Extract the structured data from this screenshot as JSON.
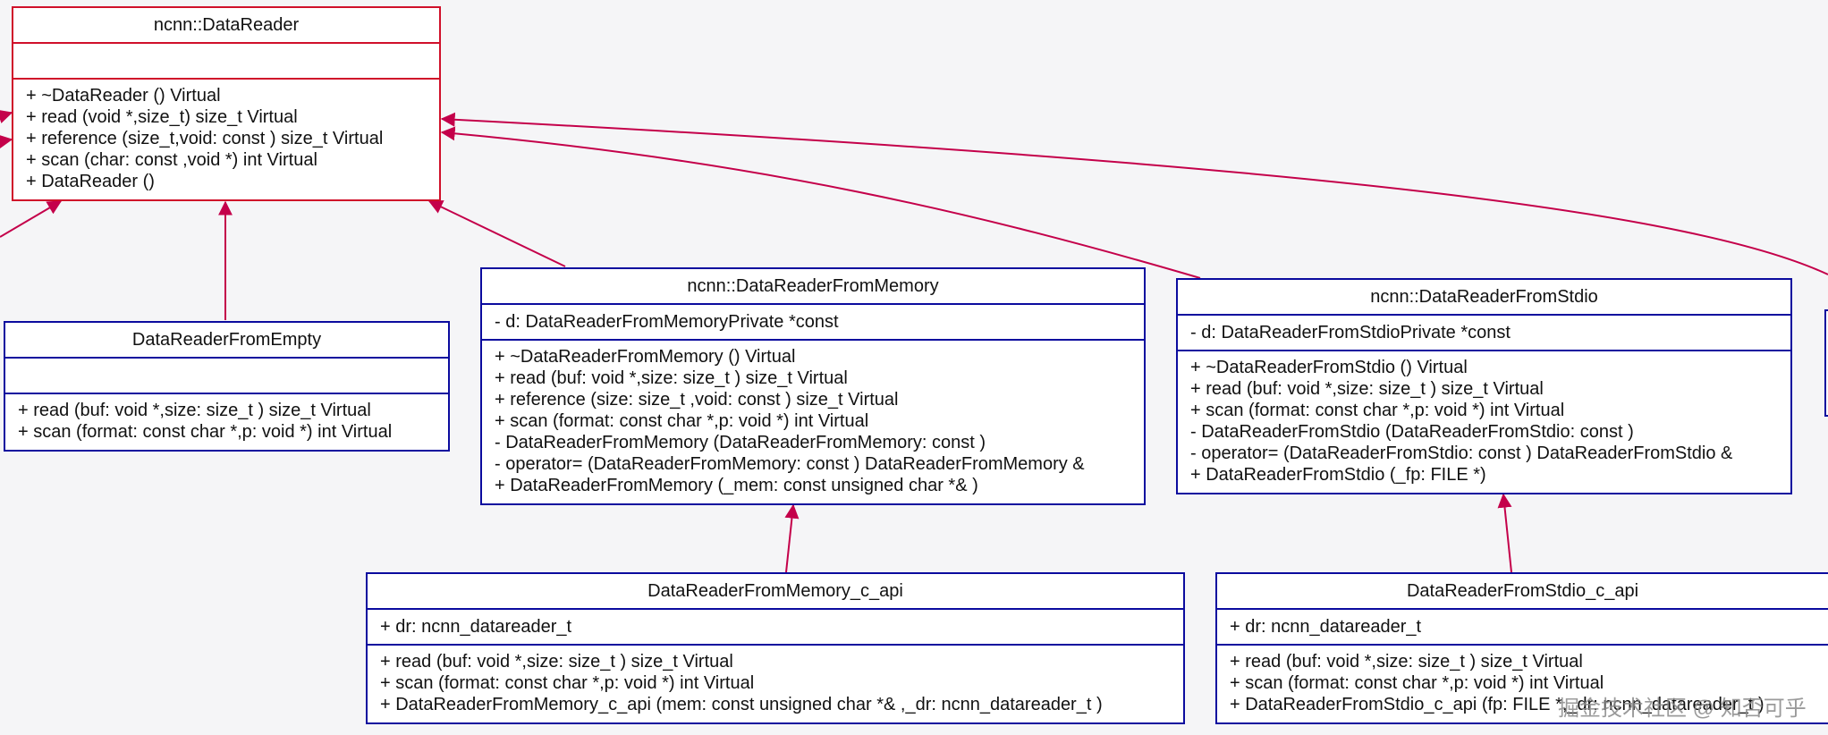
{
  "classes": {
    "data_reader": {
      "title": "ncnn::DataReader",
      "attributes": "",
      "operations": [
        "+ ~DataReader () Virtual",
        "+ read (void *,size_t) size_t Virtual",
        "+ reference (size_t,void: const ) size_t Virtual",
        "+ scan (char: const ,void *) int Virtual",
        "+ DataReader ()"
      ]
    },
    "from_empty": {
      "title": "DataReaderFromEmpty",
      "attributes": "",
      "operations": [
        "+ read (buf: void *,size: size_t ) size_t Virtual",
        "+ scan (format: const char *,p: void *) int Virtual"
      ]
    },
    "from_memory": {
      "title": "ncnn::DataReaderFromMemory",
      "attributes": "- d: DataReaderFromMemoryPrivate *const",
      "operations": [
        "+ ~DataReaderFromMemory () Virtual",
        "+ read (buf: void *,size: size_t ) size_t Virtual",
        "+ reference (size: size_t ,void: const ) size_t Virtual",
        "+ scan (format: const char *,p: void *) int Virtual",
        "- DataReaderFromMemory (DataReaderFromMemory: const )",
        "- operator= (DataReaderFromMemory: const ) DataReaderFromMemory &",
        "+ DataReaderFromMemory (_mem: const unsigned char *& )"
      ]
    },
    "from_stdio": {
      "title": "ncnn::DataReaderFromStdio",
      "attributes": "- d: DataReaderFromStdioPrivate *const",
      "operations": [
        "+ ~DataReaderFromStdio () Virtual",
        "+ read (buf: void *,size: size_t ) size_t Virtual",
        "+ scan (format: const char *,p: void *) int Virtual",
        "- DataReaderFromStdio (DataReaderFromStdio: const )",
        "- operator= (DataReaderFromStdio: const ) DataReaderFromStdio &",
        "+ DataReaderFromStdio (_fp: FILE *)"
      ]
    },
    "from_memory_c_api": {
      "title": "DataReaderFromMemory_c_api",
      "attributes": "+ dr: ncnn_datareader_t",
      "operations": [
        "+ read (buf: void *,size: size_t ) size_t Virtual",
        "+ scan (format: const char *,p: void *) int Virtual",
        "+ DataReaderFromMemory_c_api (mem: const unsigned char *& ,_dr: ncnn_datareader_t )"
      ]
    },
    "from_stdio_c_api": {
      "title": "DataReaderFromStdio_c_api",
      "attributes": "+ dr: ncnn_datareader_t",
      "operations": [
        "+ read (buf: void *,size: size_t ) size_t Virtual",
        "+ scan (format: const char *,p: void *) int Virtual",
        "+ DataReaderFromStdio_c_api (fp: FILE *,_dr: ncnn_datareader_t )"
      ]
    }
  },
  "watermark": "掘金技术社区 @ 知否可乎",
  "colors": {
    "base_class_border": "#d0102a",
    "class_border": "#0b0b9e",
    "arrow": "#c4004a",
    "background": "#f5f5f7"
  }
}
